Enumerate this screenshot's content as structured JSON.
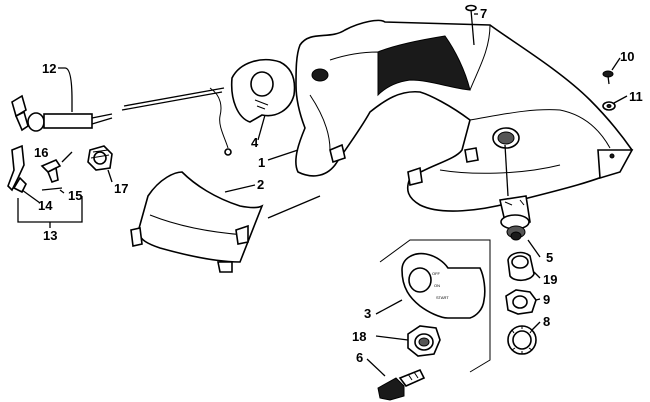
{
  "diagram": {
    "callouts": [
      {
        "id": "c1",
        "label": "1"
      },
      {
        "id": "c2",
        "label": "2"
      },
      {
        "id": "c3",
        "label": "3"
      },
      {
        "id": "c4",
        "label": "4"
      },
      {
        "id": "c5",
        "label": "5"
      },
      {
        "id": "c6",
        "label": "6"
      },
      {
        "id": "c7",
        "label": "7"
      },
      {
        "id": "c8",
        "label": "8"
      },
      {
        "id": "c9",
        "label": "9"
      },
      {
        "id": "c10",
        "label": "10"
      },
      {
        "id": "c11",
        "label": "11"
      },
      {
        "id": "c12",
        "label": "12"
      },
      {
        "id": "c13",
        "label": "13"
      },
      {
        "id": "c14",
        "label": "14"
      },
      {
        "id": "c15",
        "label": "15"
      },
      {
        "id": "c16",
        "label": "16"
      },
      {
        "id": "c17",
        "label": "17"
      },
      {
        "id": "c18",
        "label": "18"
      },
      {
        "id": "c19",
        "label": "19"
      }
    ],
    "key_plate_text": [
      "OFF",
      "ON",
      "START"
    ]
  }
}
